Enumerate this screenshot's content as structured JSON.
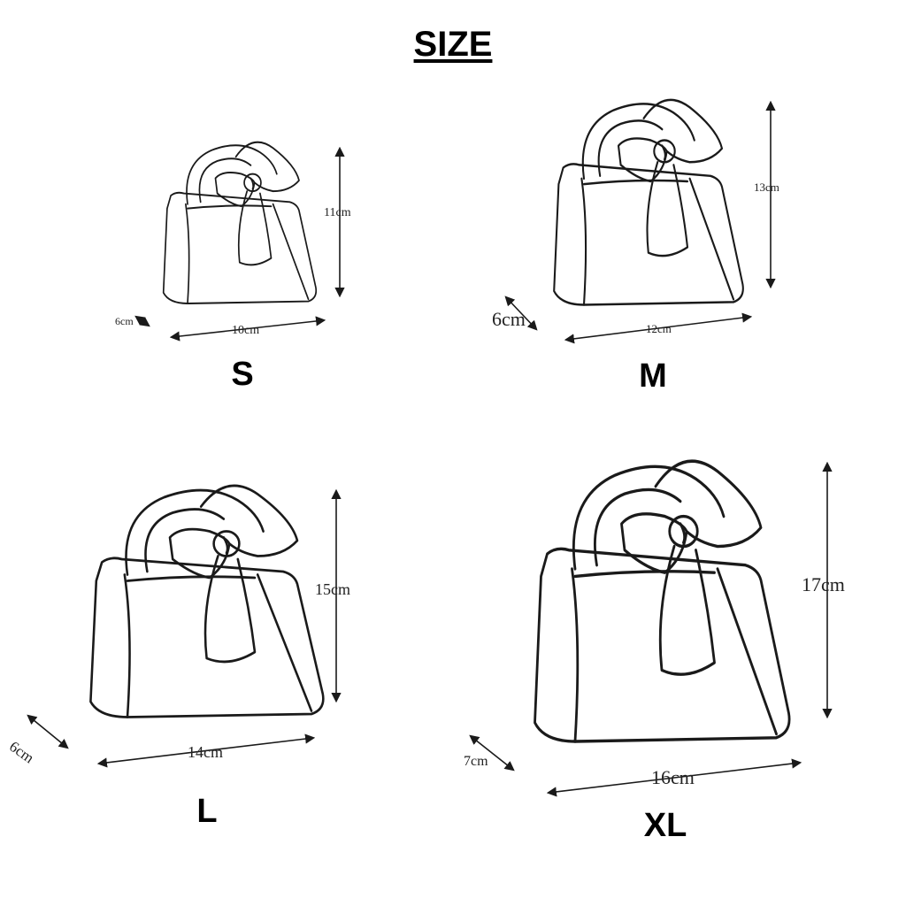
{
  "title": "SIZE",
  "sizes": [
    {
      "label": "S",
      "width": "10cm",
      "height": "11cm",
      "depth": "6cm"
    },
    {
      "label": "M",
      "width": "12cm",
      "height": "13cm",
      "depth": "6cm"
    },
    {
      "label": "L",
      "width": "14cm",
      "height": "15cm",
      "depth": "6cm"
    },
    {
      "label": "XL",
      "width": "16cm",
      "height": "17cm",
      "depth": "7cm"
    }
  ],
  "icons": [
    "handbag-with-bow-icon",
    "double-arrow-icon"
  ]
}
